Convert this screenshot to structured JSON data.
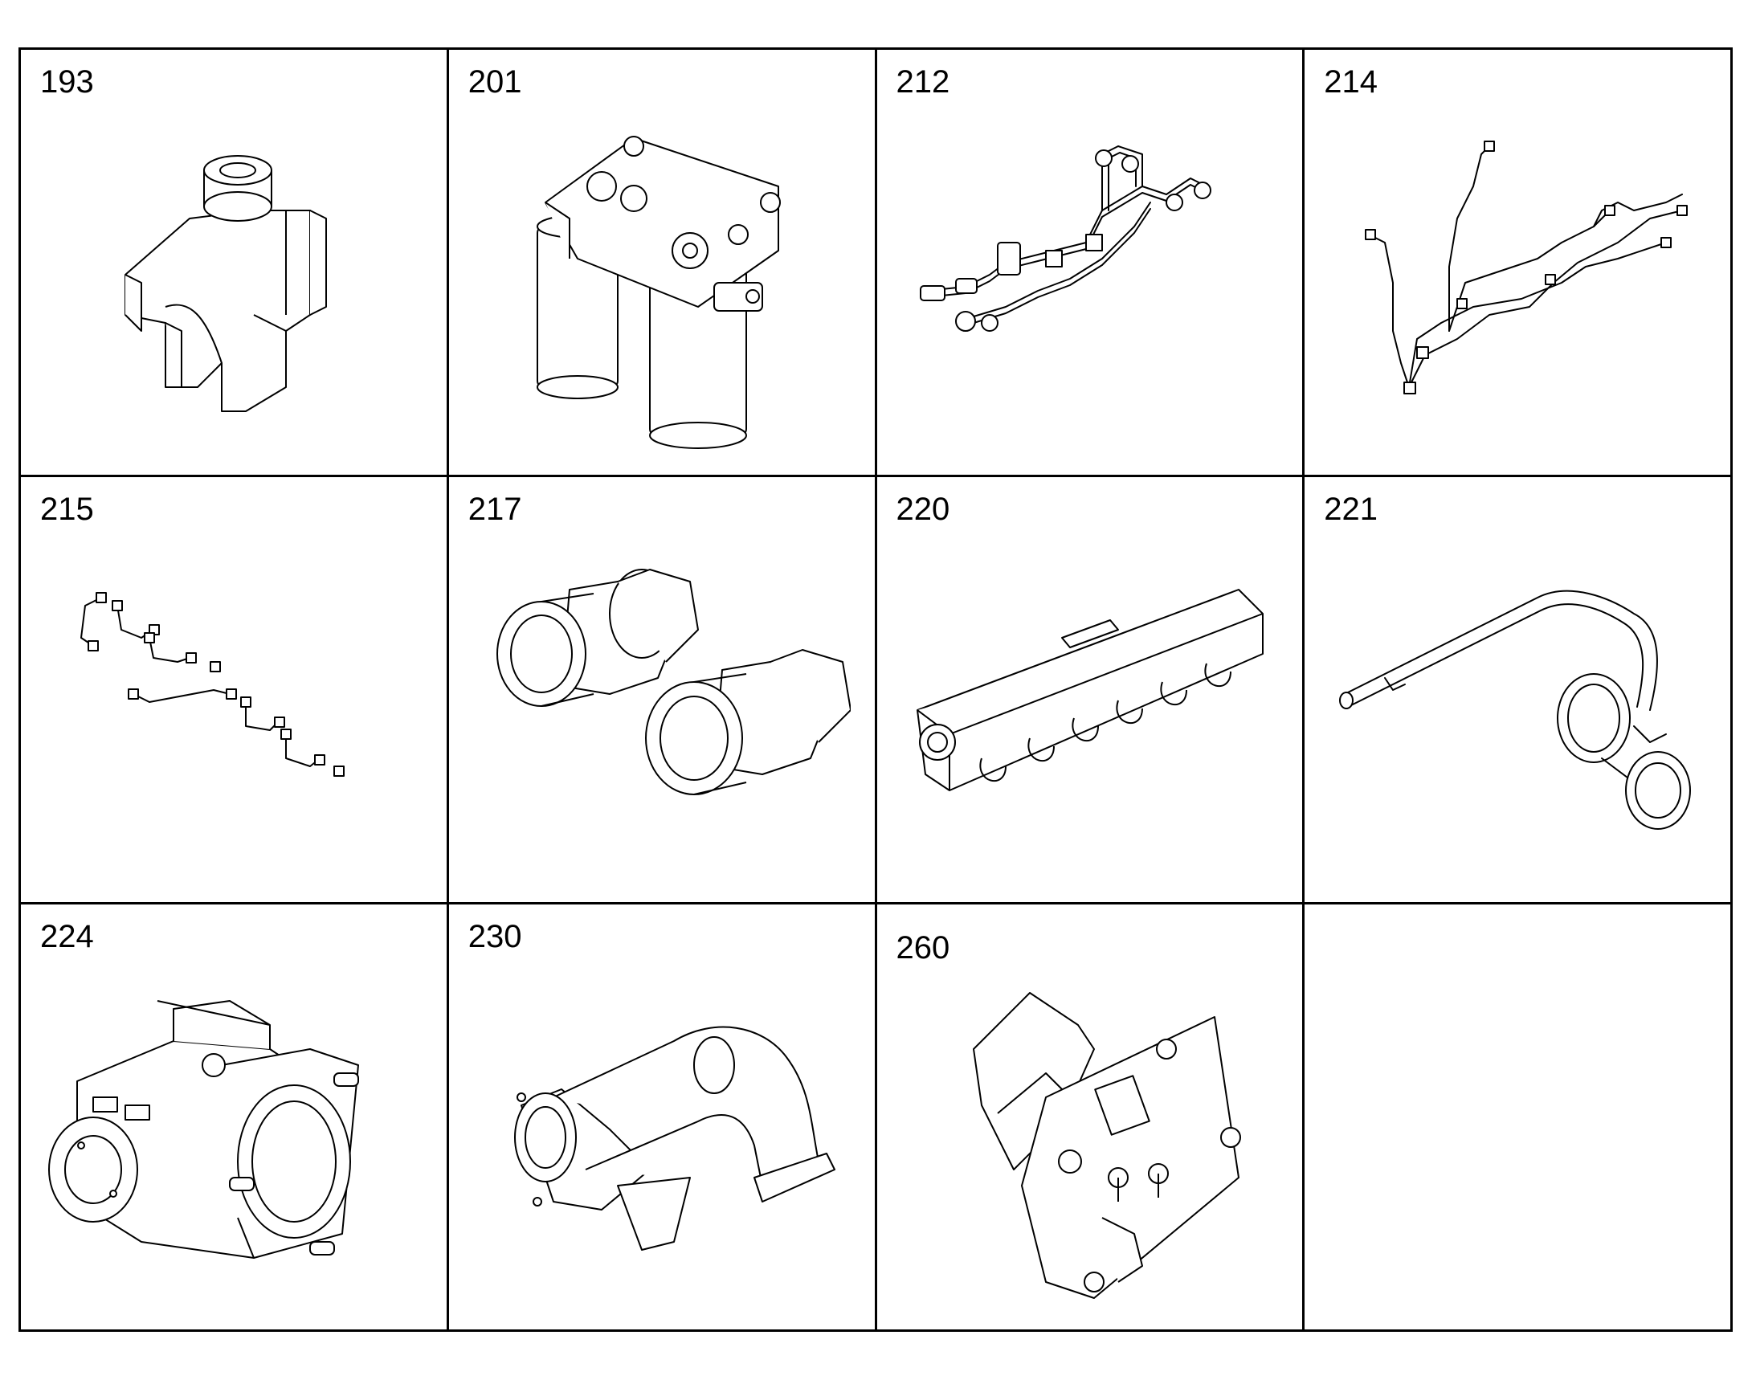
{
  "parts": [
    {
      "number": "193",
      "icon": "shift-fork-icon"
    },
    {
      "number": "201",
      "icon": "fuel-filter-assembly-icon"
    },
    {
      "number": "212",
      "icon": "fuel-rail-tubing-icon"
    },
    {
      "number": "214",
      "icon": "wiring-harness-icon"
    },
    {
      "number": "215",
      "icon": "fuel-injection-lines-icon"
    },
    {
      "number": "217",
      "icon": "pipe-couplings-icon"
    },
    {
      "number": "220",
      "icon": "intake-manifold-icon"
    },
    {
      "number": "221",
      "icon": "coolant-pipe-icon"
    },
    {
      "number": "224",
      "icon": "throttle-body-icon"
    },
    {
      "number": "230",
      "icon": "exhaust-elbow-icon"
    },
    {
      "number": "260",
      "icon": "oil-cooler-icon"
    },
    {
      "number": "",
      "icon": ""
    }
  ],
  "colors": {
    "line": "#000000",
    "background": "#ffffff"
  }
}
